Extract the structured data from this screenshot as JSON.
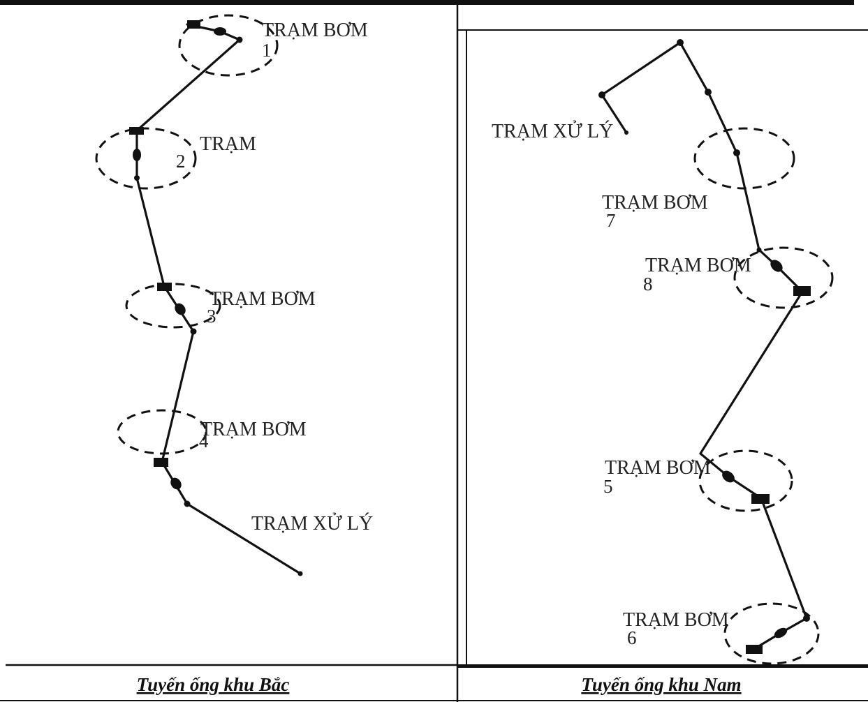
{
  "panels": {
    "north": {
      "caption": "Tuyến ống khu Bắc",
      "stations": [
        {
          "label": "TRẠM BƠM",
          "number": "1"
        },
        {
          "label": "TRẠM",
          "number": "2"
        },
        {
          "label": "TRẠM BƠM",
          "number": "3"
        },
        {
          "label": "TRẠM BƠM",
          "number": "4"
        }
      ],
      "treatment": {
        "label": "TRẠM XỬ LÝ"
      }
    },
    "south": {
      "caption": "Tuyến ống khu Nam",
      "treatment": {
        "label": "TRẠM XỬ LÝ"
      },
      "stations": [
        {
          "label": "TRẠM BƠM",
          "number": "7"
        },
        {
          "label": "TRẠM BƠM",
          "number": "8"
        },
        {
          "label": "TRẠM BƠM",
          "number": "5"
        },
        {
          "label": "TRẠM BƠM",
          "number": "6"
        }
      ]
    }
  }
}
